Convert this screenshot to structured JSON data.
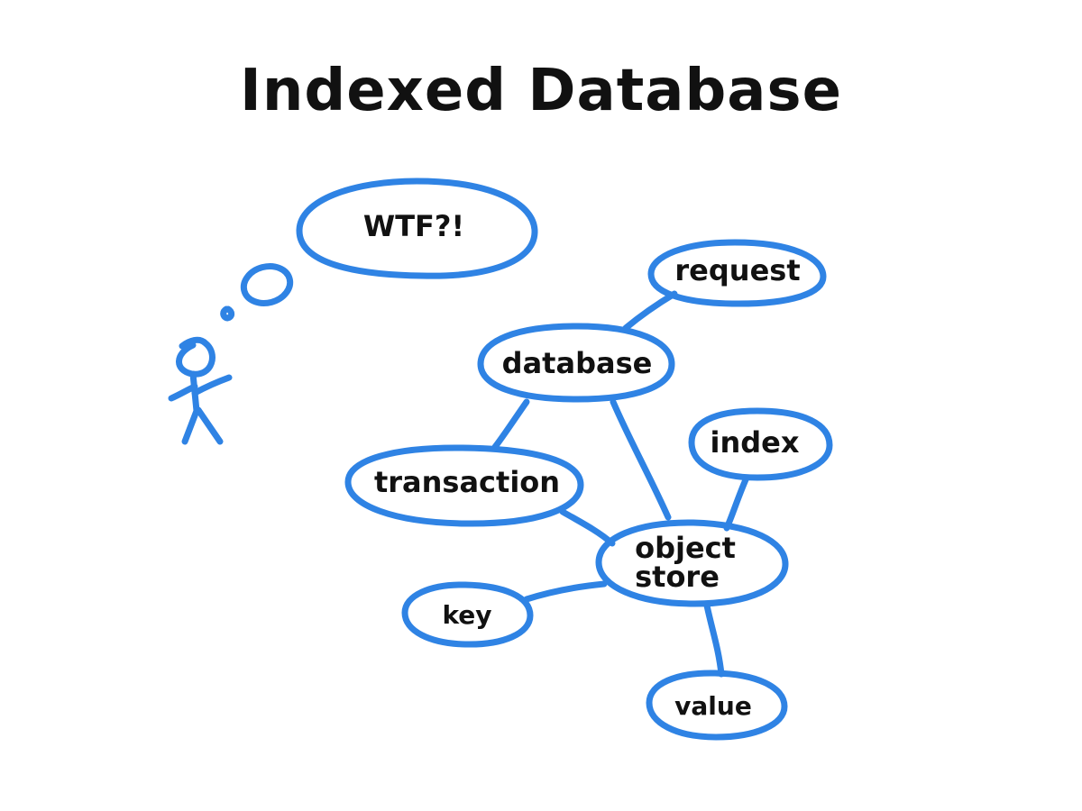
{
  "title": "Indexed Database",
  "colors": {
    "accent": "#2f83e4",
    "text": "#111111",
    "background": "#ffffff"
  },
  "thought": {
    "text": "WTF?!"
  },
  "nodes": {
    "request": "request",
    "database": "database",
    "index": "index",
    "transaction": "transaction",
    "object_store_line1": "object",
    "object_store_line2": "store",
    "key": "key",
    "value": "value"
  },
  "edges": [
    [
      "database",
      "request"
    ],
    [
      "database",
      "transaction"
    ],
    [
      "database",
      "object store"
    ],
    [
      "transaction",
      "object store"
    ],
    [
      "index",
      "object store"
    ],
    [
      "key",
      "object store"
    ],
    [
      "object store",
      "value"
    ]
  ],
  "icons": {
    "person": "stick-figure-icon"
  }
}
